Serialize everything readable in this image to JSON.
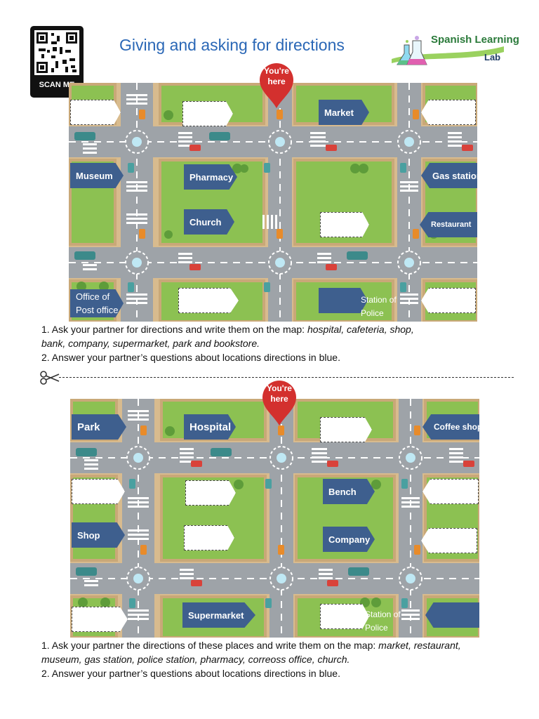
{
  "qr": {
    "caption": "SCAN ME"
  },
  "title": "Giving and asking for directions",
  "logo": {
    "line1": "Spanish Learning",
    "line2": "Lab"
  },
  "you_are_here": "You're here",
  "map1": {
    "labels": {
      "market": "Market",
      "museum": "Museum",
      "pharmacy": "Pharmacy",
      "gas_station": "Gas station",
      "church": "Church",
      "restaurant": "Restaurant",
      "office_line1": "Office of",
      "office_line2": "Post office",
      "station_line1": "Station of",
      "station_line2": "Police"
    }
  },
  "instructions1": {
    "line1_pre": "1. Ask your partner for directions and write them on the map: ",
    "line1_list": "hospital, cafeteria, shop,",
    "line2_list": "bank, company, supermarket, park and bookstore.",
    "line3": "2. Answer your partner’s questions about locations directions in blue."
  },
  "map2": {
    "labels": {
      "park": "Park",
      "hospital": "Hospital",
      "coffee_shop": "Coffee shop",
      "bench": "Bench",
      "shop": "Shop",
      "company": "Company",
      "supermarket": "Supermarket",
      "station_line1": "Station of",
      "station_line2": "Police"
    }
  },
  "instructions2": {
    "line1_pre": "1. Ask your partner the directions of these places and write them on the map: ",
    "line1_list": "market, restaurant,",
    "line2_list": "museum, gas station, police station, pharmacy, correoss office, church.",
    "line3": "2.  Answer your partner’s questions about locations directions in blue."
  }
}
